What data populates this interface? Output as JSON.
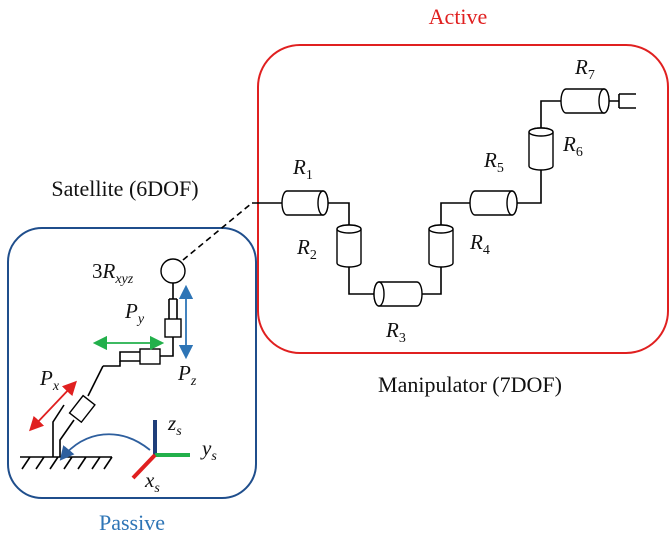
{
  "labels": {
    "active": "Active",
    "passive": "Passive",
    "satellite": "Satellite (6DOF)",
    "manipulator": "Manipulator (7DOF)"
  },
  "joints": {
    "r1": {
      "base": "R",
      "sub": "1"
    },
    "r2": {
      "base": "R",
      "sub": "2"
    },
    "r3": {
      "base": "R",
      "sub": "3"
    },
    "r4": {
      "base": "R",
      "sub": "4"
    },
    "r5": {
      "base": "R",
      "sub": "5"
    },
    "r6": {
      "base": "R",
      "sub": "6"
    },
    "r7": {
      "base": "R",
      "sub": "7"
    },
    "rxyz": {
      "prefix": "3",
      "base": "R",
      "sub": "xyz"
    },
    "px": {
      "base": "P",
      "sub": "x"
    },
    "py": {
      "base": "P",
      "sub": "y"
    },
    "pz": {
      "base": "P",
      "sub": "z"
    }
  },
  "axes": {
    "x": {
      "base": "x",
      "sub": "s"
    },
    "y": {
      "base": "y",
      "sub": "s"
    },
    "z": {
      "base": "z",
      "sub": "s"
    }
  },
  "colors": {
    "active_frame": "#e02020",
    "passive_frame": "#1f4e8c",
    "passive_text": "#2e75b6",
    "arrow_px": "#e02020",
    "arrow_py": "#22b04b",
    "arrow_pz": "#2e75b6",
    "axis_x": "#e02020",
    "axis_y": "#22b04b",
    "axis_z": "#1f3e7a",
    "curve": "#2e5f9e"
  }
}
